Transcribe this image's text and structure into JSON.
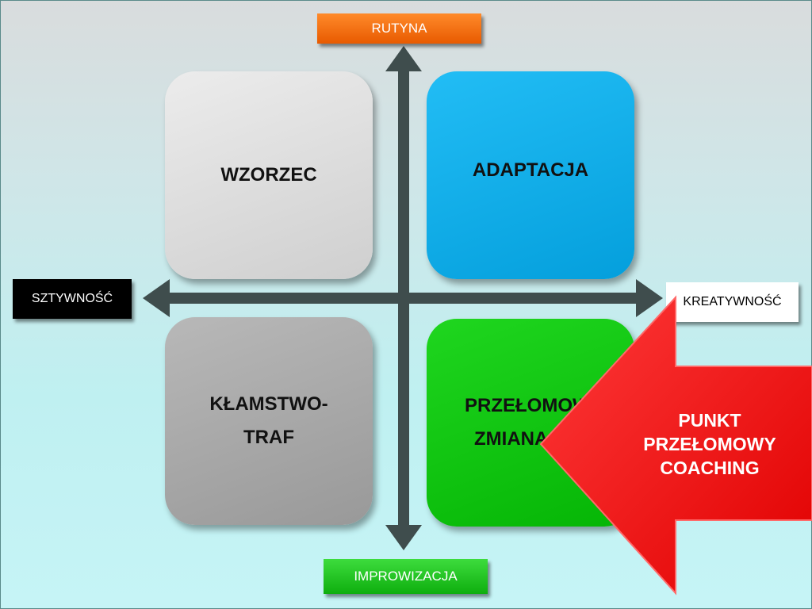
{
  "axes": {
    "top": "RUTYNA",
    "bottom": "IMPROWIZACJA",
    "left": "SZTYWNOŚĆ",
    "right": "KREATYWNOŚĆ"
  },
  "quadrants": {
    "top_left": "WZORZEC",
    "top_right": "ADAPTACJA",
    "bottom_left_line1": "KŁAMSTWO-",
    "bottom_left_line2": "TRAF",
    "bottom_right_line1": "PRZEŁOMOWA",
    "bottom_right_line2": "ZMIANA"
  },
  "callout": {
    "line1": "PUNKT",
    "line2": "PRZEŁOMOWY",
    "line3": "COACHING"
  },
  "colors": {
    "rutyna": "#f26a0e",
    "improwizacja": "#11c211",
    "sztywnosc": "#000000",
    "kreatywnosc": "#ffffff",
    "wzorzec": "#dcdcdc",
    "adaptacja": "#0aaeea",
    "klamstwo": "#a6a6a6",
    "przelomowa": "#08c40c",
    "callout": "#ff1010",
    "axis": "#3f4d4d"
  }
}
